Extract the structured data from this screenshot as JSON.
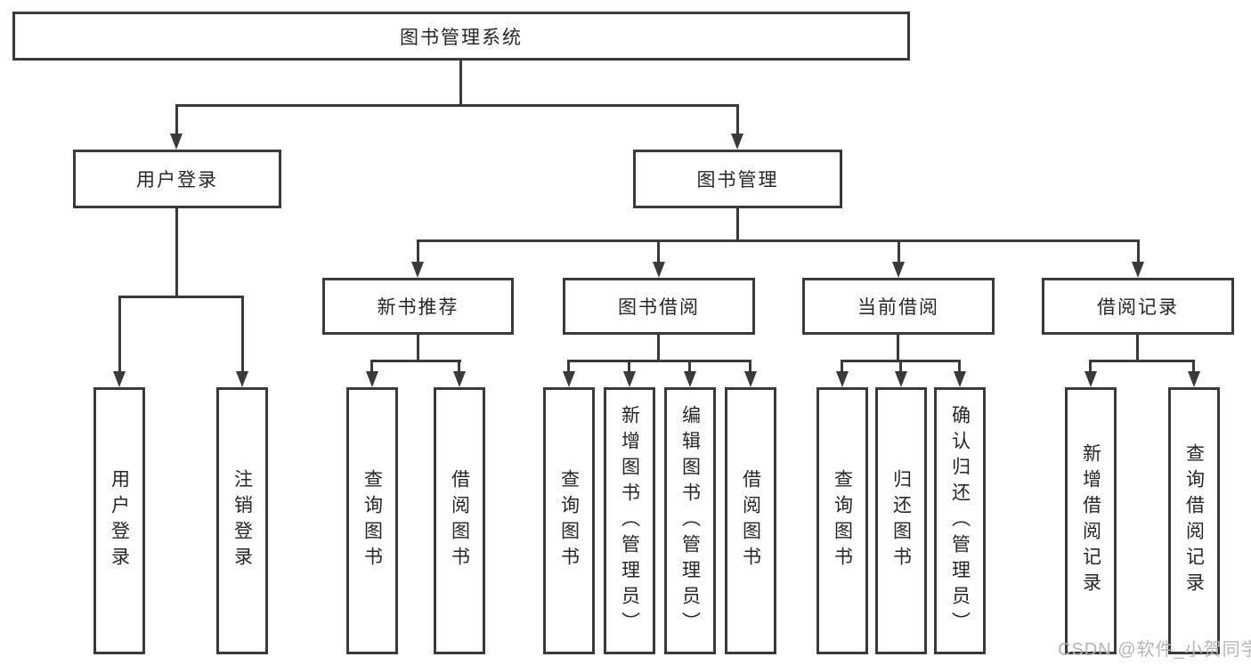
{
  "tree": {
    "root": "图书管理系统",
    "children": [
      {
        "label": "用户登录",
        "children": [
          "用户登录",
          "注销登录"
        ]
      },
      {
        "label": "图书管理",
        "children": [
          {
            "label": "新书推荐",
            "children": [
              "查询图书",
              "借阅图书"
            ]
          },
          {
            "label": "图书借阅",
            "children": [
              "查询图书",
              "新增图书（管理员）",
              "编辑图书（管理员）",
              "借阅图书"
            ]
          },
          {
            "label": "当前借阅",
            "children": [
              "查询图书",
              "归还图书",
              "确认归还（管理员）"
            ]
          },
          {
            "label": "借阅记录",
            "children": [
              "新增借阅记录",
              "查询借阅记录"
            ]
          }
        ]
      }
    ]
  },
  "watermark": "CSDN @软件_小贺同学",
  "colors": {
    "line": "#3a3a3a",
    "text": "#262626",
    "watermark": "#b5b5b5",
    "background": "#ffffff"
  }
}
